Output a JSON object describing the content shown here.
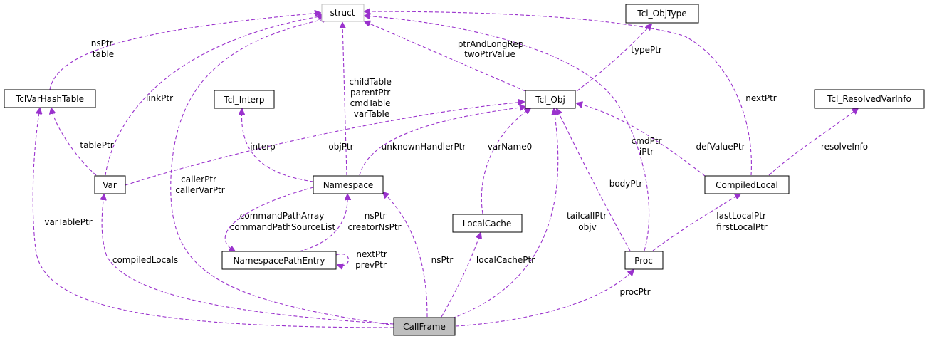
{
  "nodes": {
    "struct": "struct",
    "tcl_objtype": "Tcl_ObjType",
    "tclvarhashtable": "TclVarHashTable",
    "tcl_interp": "Tcl_Interp",
    "tcl_obj": "Tcl_Obj",
    "tcl_resolvedvarinfo": "Tcl_ResolvedVarInfo",
    "var": "Var",
    "namespace": "Namespace",
    "compiledlocal": "CompiledLocal",
    "localcache": "LocalCache",
    "namespacepathentry": "NamespacePathEntry",
    "proc": "Proc",
    "callframe": "CallFrame"
  },
  "edge_labels": {
    "hash_struct": [
      "nsPtr",
      "table"
    ],
    "var_struct": [
      "linkPtr"
    ],
    "var_hash": [
      "tablePtr"
    ],
    "cf_struct": [
      "callerPtr",
      "callerVarPtr"
    ],
    "ns_struct": [
      "childTable",
      "parentPtr",
      "cmdTable",
      "varTable"
    ],
    "obj_struct": [
      "ptrAndLongRep",
      "twoPtrValue"
    ],
    "obj_type": [
      "typePtr"
    ],
    "cl_struct": [
      "nextPtr"
    ],
    "proc_struct": [
      "cmdPtr",
      "iPtr"
    ],
    "ns_interp": [
      "interp"
    ],
    "var_obj": [
      "objPtr"
    ],
    "ns_obj": [
      "unknownHandlerPtr"
    ],
    "lc_obj": [
      "varName0"
    ],
    "cl_obj": [
      "defValuePtr"
    ],
    "cl_rvi": [
      "resolveInfo"
    ],
    "proc_obj": [
      "bodyPtr"
    ],
    "proc_cl": [
      "lastLocalPtr",
      "firstLocalPtr"
    ],
    "npe_ns": [
      "commandPathArray",
      "commandPathSourceList"
    ],
    "ns_npe": [
      "nsPtr",
      "creatorNsPtr"
    ],
    "npe_self": [
      "nextPtr",
      "prevPtr"
    ],
    "cf_hash": [
      "varTablePtr"
    ],
    "cf_var": [
      "compiledLocals"
    ],
    "cf_ns": [
      "nsPtr"
    ],
    "cf_lc": [
      "localCachePtr"
    ],
    "cf_obj": [
      "tailcallPtr",
      "objv"
    ],
    "cf_proc": [
      "procPtr"
    ]
  }
}
